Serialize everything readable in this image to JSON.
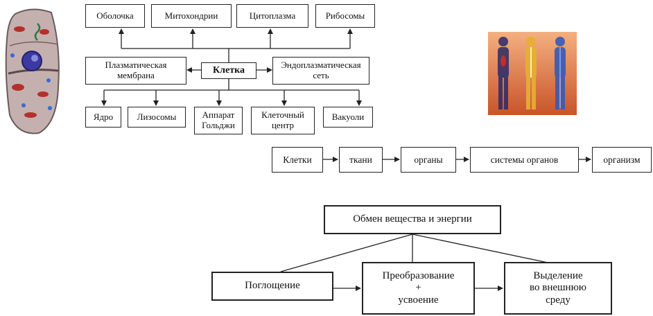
{
  "cell_diagram": {
    "center": "Клетка",
    "top": [
      "Оболочка",
      "Митохондрии",
      "Цитоплазма",
      "Рибосомы"
    ],
    "left": "Плазматическая\nмембрана",
    "right": "Эндоплазматическая\nсеть",
    "bottom": [
      "Ядро",
      "Лизосомы",
      "Аппарат\nГольджи",
      "Клеточный\nцентр",
      "Вакуоли"
    ]
  },
  "hierarchy": [
    "Клетки",
    "ткани",
    "органы",
    "системы органов",
    "организм"
  ],
  "metabolism": {
    "title": "Обмен вещества и энергии",
    "steps": [
      "Поглощение",
      "Преобразование\n+\nусвоение",
      "Выделение\nво внешнюю\nсреду"
    ]
  },
  "colors": {
    "line": "#222222",
    "cell_body": "#b9a6a6",
    "figure_bg": "#d96a3a"
  }
}
